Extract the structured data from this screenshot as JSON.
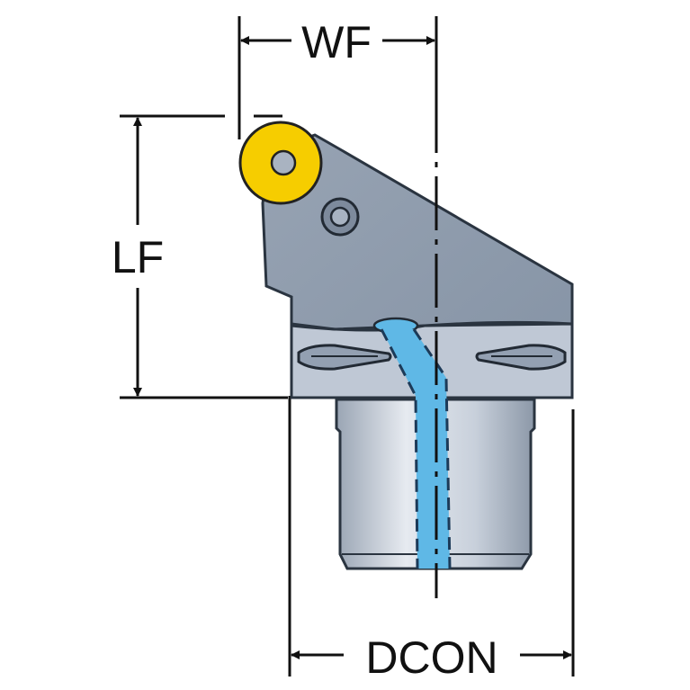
{
  "dimensions": {
    "wf": "WF",
    "lf": "LF",
    "dcon": "DCON"
  },
  "colors": {
    "body": "#8a97a8",
    "body_light": "#bcc6d4",
    "insert": "#f6cd00",
    "coolant": "#5fb8e6",
    "line": "#111111"
  }
}
